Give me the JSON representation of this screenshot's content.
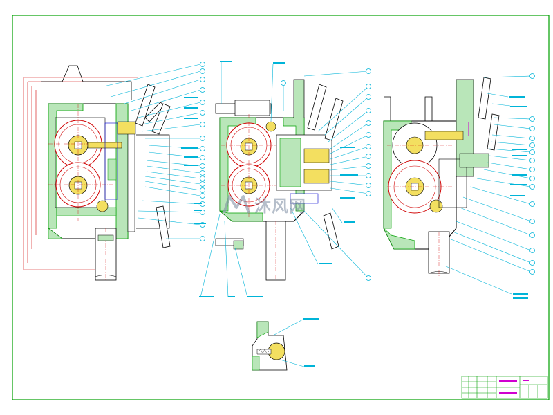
{
  "drawing": {
    "type": "CAD mechanical assembly drawing",
    "views": [
      "front-section-view",
      "middle-section-view",
      "right-section-view",
      "detail-view"
    ],
    "colors": {
      "border": "#00a000",
      "outline": "#000000",
      "gear": "#d00000",
      "hatch": "#00c000",
      "leader": "#00b4d8",
      "handle": "#8a8a8a",
      "shaft_fill": "#f3df60",
      "accent_magenta": "#d000d0",
      "accent_blue": "#0000d0"
    }
  },
  "watermark": {
    "brand_text": "沐风网",
    "logo": "mufeng-logo"
  },
  "title_block": {
    "cells": [
      "",
      "",
      ""
    ]
  }
}
